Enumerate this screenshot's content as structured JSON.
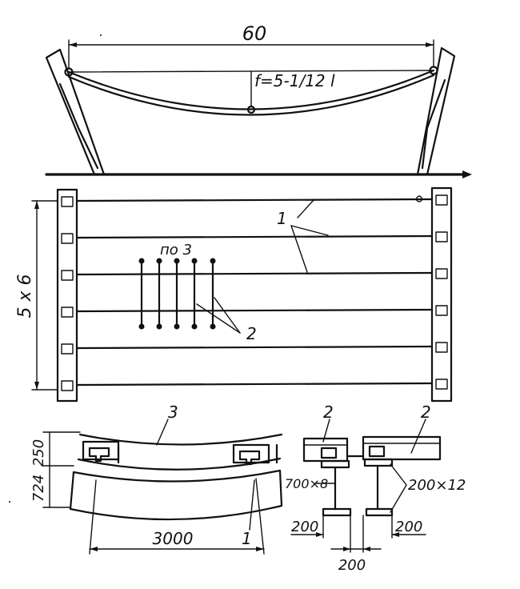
{
  "labels": {
    "span": "60",
    "sag": "f=5-1/12 l",
    "cable_spacing": "5 x 6",
    "pitch_note": "по 3",
    "callout_1": "1",
    "callout_2": "2",
    "callout_3": "3",
    "dim_724": "724",
    "dim_250": "250",
    "dim_3000": "3000",
    "section_web": "700×8",
    "section_flange": "200×12",
    "dim_200_left": "200",
    "dim_200_right": "200",
    "dim_200_center": "200"
  }
}
